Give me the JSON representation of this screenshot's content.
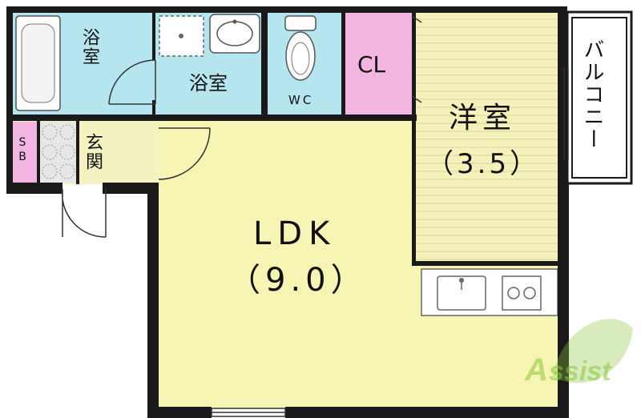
{
  "floor_plan": {
    "rooms": {
      "bath_upper": "浴室",
      "bath_lower": "浴室",
      "wc": "WC",
      "closet": "CL",
      "western_room_name": "洋室",
      "western_room_size": "（3.5）",
      "balcony": "バルコニー",
      "shoe_box": "SB",
      "entrance": "玄関",
      "ldk_name": "LDK",
      "ldk_size": "（9.0）"
    },
    "watermark": "Assist",
    "colors": {
      "bath": "#b5e6f0",
      "closet": "#f2b4e0",
      "ldk": "#f7f5b4",
      "western_room": "#f4f2ba",
      "wall": "#1a1a1a",
      "hall": "#f4f2c0",
      "watermark_green": "#8cc63f"
    }
  }
}
